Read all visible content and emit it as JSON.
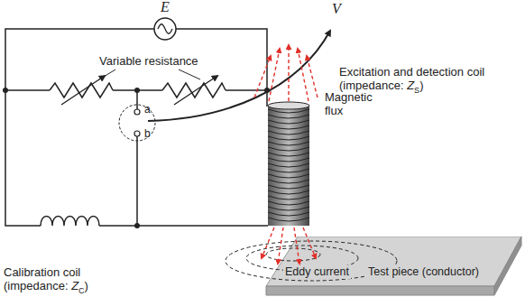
{
  "diagram": {
    "nodes": [
      {
        "text": [
          "Eddy current",
          "Test piece (conductor)"
        ]
      }
    ],
    "labels": [
      "E",
      "Variable resistance",
      "V",
      "a",
      "b",
      "Magnetic flux",
      "Excitation and detection coil (impedance: ZS)",
      "Calibration coil (impedance: ZC)"
    ]
  }
}
